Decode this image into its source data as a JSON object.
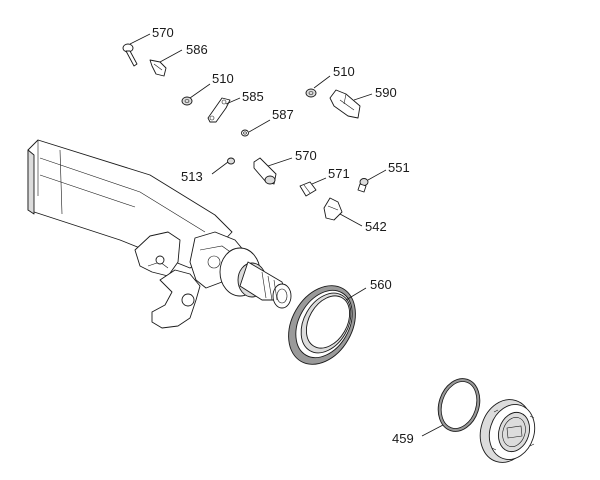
{
  "diagram": {
    "callouts": [
      {
        "id": "c570a",
        "label": "570"
      },
      {
        "id": "c586",
        "label": "586"
      },
      {
        "id": "c510a",
        "label": "510"
      },
      {
        "id": "c585",
        "label": "585"
      },
      {
        "id": "c510b",
        "label": "510"
      },
      {
        "id": "c590",
        "label": "590"
      },
      {
        "id": "c587",
        "label": "587"
      },
      {
        "id": "c570b",
        "label": "570"
      },
      {
        "id": "c513",
        "label": "513"
      },
      {
        "id": "c571",
        "label": "571"
      },
      {
        "id": "c551",
        "label": "551"
      },
      {
        "id": "c542",
        "label": "542"
      },
      {
        "id": "c560",
        "label": "560"
      },
      {
        "id": "c459",
        "label": "459"
      }
    ]
  }
}
